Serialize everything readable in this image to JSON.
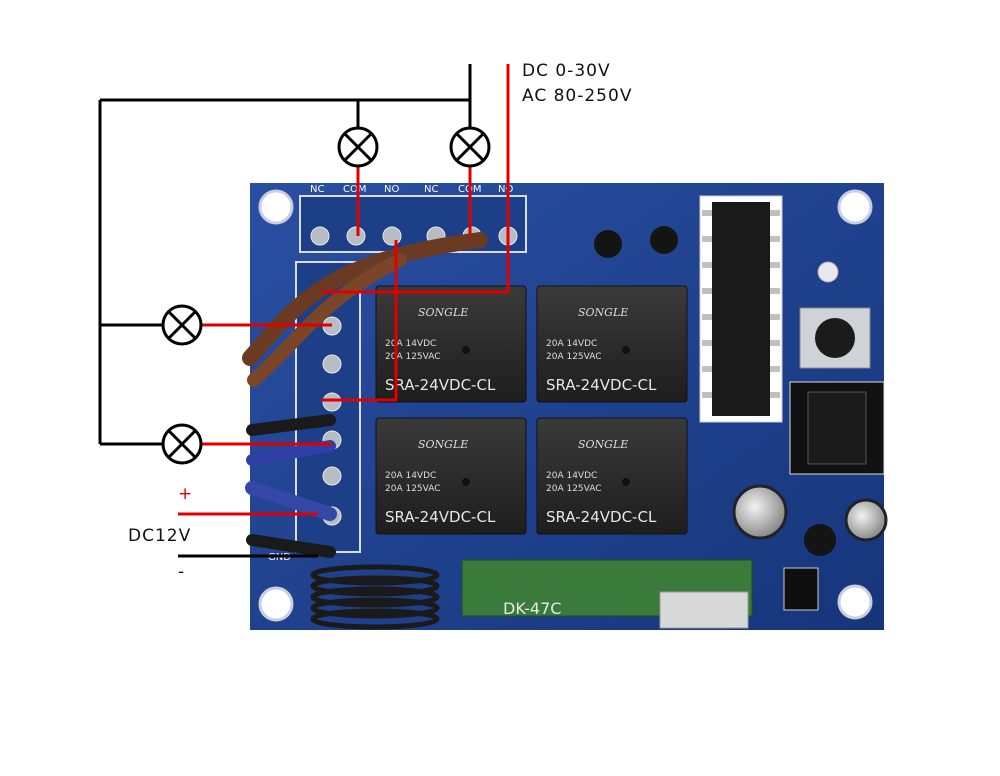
{
  "supply": {
    "line1": "DC 0-30V",
    "line2": "AC 80-250V"
  },
  "power": {
    "plus": "+",
    "voltage": "DC12V",
    "minus": "-"
  },
  "terminals": {
    "nc": "NC",
    "com": "COM",
    "no": "NO",
    "gnd": "GND"
  },
  "relays": [
    {
      "brand": "SONGLE",
      "rating1": "20A 14VDC",
      "rating2": "20A 125VAC",
      "model": "SRA-24VDC-CL"
    },
    {
      "brand": "SONGLE",
      "rating1": "20A 14VDC",
      "rating2": "20A 125VAC",
      "model": "SRA-24VDC-CL"
    },
    {
      "brand": "SONGLE",
      "rating1": "20A 14VDC",
      "rating2": "20A 125VAC",
      "model": "SRA-24VDC-CL"
    },
    {
      "brand": "SONGLE",
      "rating1": "20A 14VDC",
      "rating2": "20A 125VAC",
      "model": "SRA-24VDC-CL"
    }
  ],
  "board_label": "DK-47C",
  "colors": {
    "pcb": "#1f3f8a",
    "relay": "#2a2a2a",
    "wire_line": "#e00000",
    "wire_neutral": "#000000",
    "wire_brown": "#6b3a22",
    "wire_blue": "#3548a8"
  }
}
